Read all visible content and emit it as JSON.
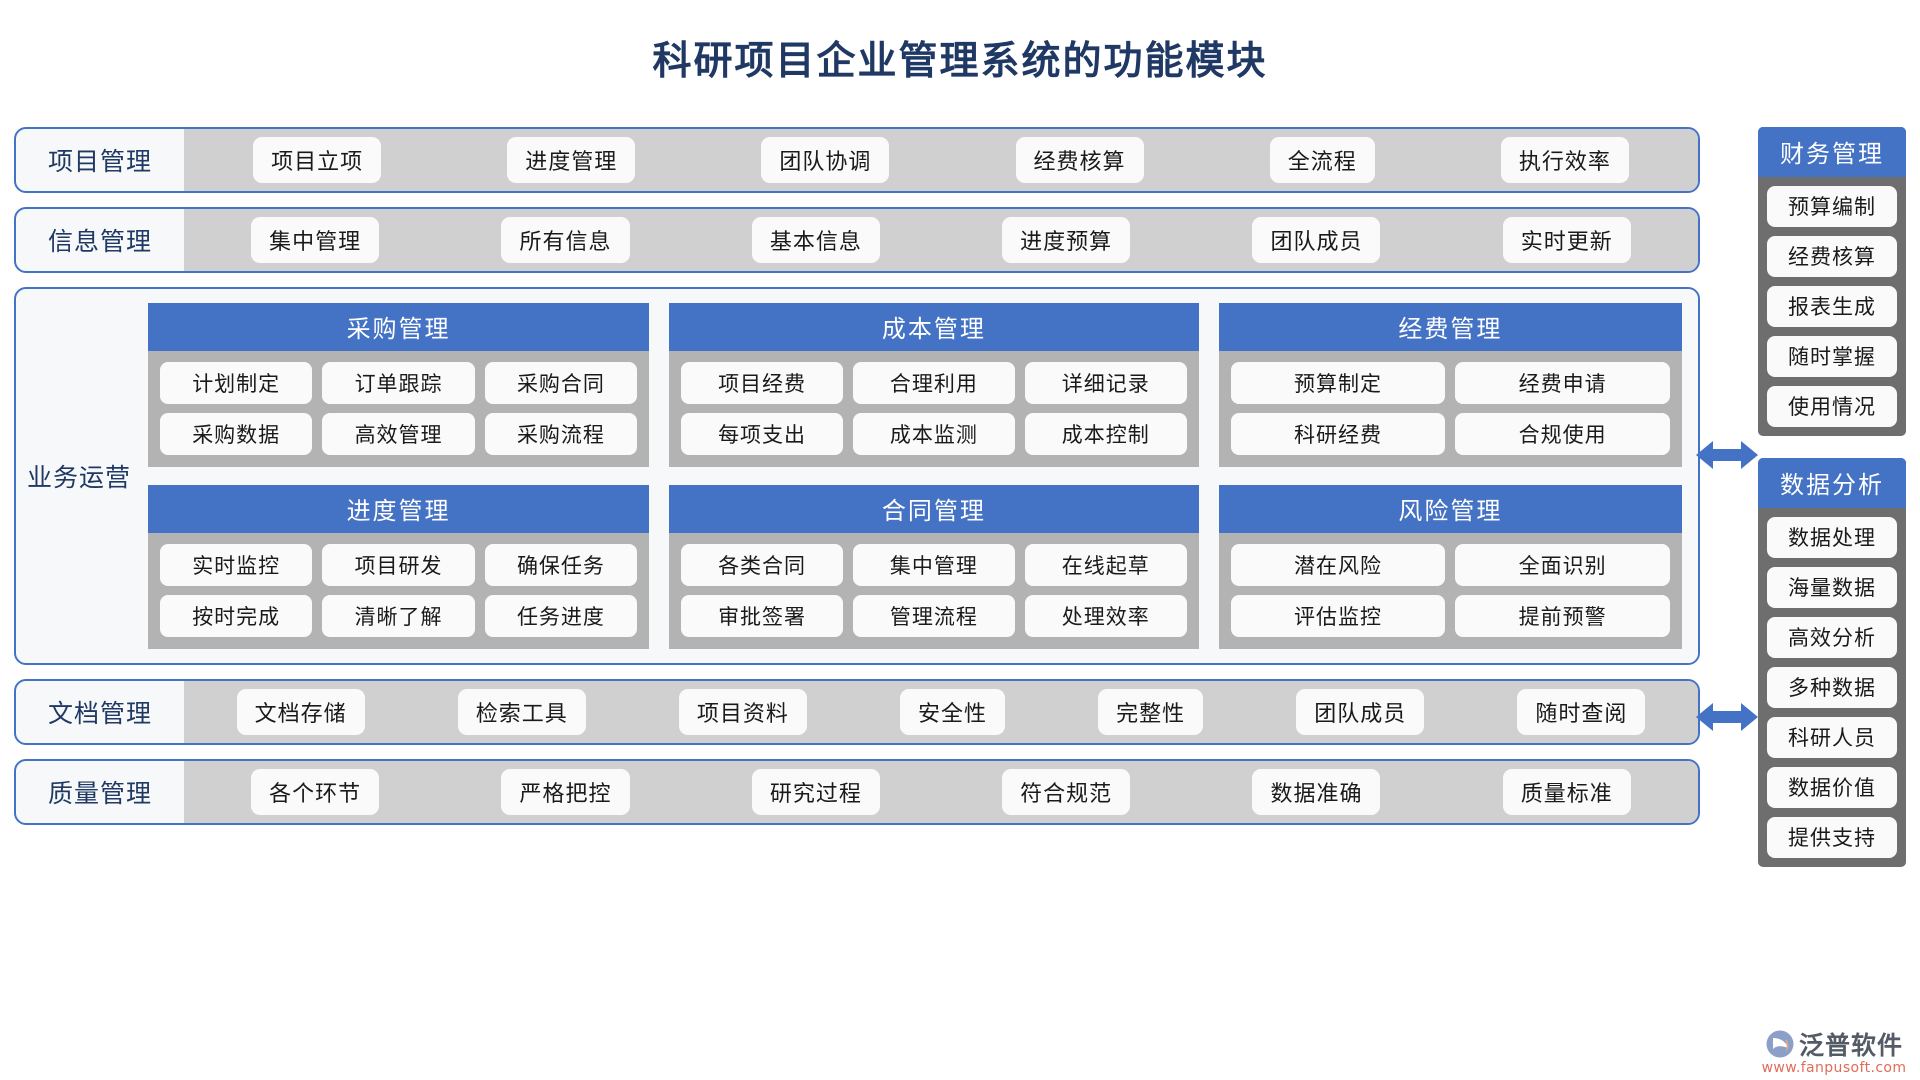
{
  "title": "科研项目企业管理系统的功能模块",
  "bands": [
    {
      "label": "项目管理",
      "items": [
        "项目立项",
        "进度管理",
        "团队协调",
        "经费核算",
        "全流程",
        "执行效率"
      ]
    },
    {
      "label": "信息管理",
      "items": [
        "集中管理",
        "所有信息",
        "基本信息",
        "进度预算",
        "团队成员",
        "实时更新"
      ]
    }
  ],
  "operations": {
    "label": "业务运营",
    "cards": [
      {
        "title": "采购管理",
        "rows": [
          [
            "计划制定",
            "订单跟踪",
            "采购合同"
          ],
          [
            "采购数据",
            "高效管理",
            "采购流程"
          ]
        ]
      },
      {
        "title": "成本管理",
        "rows": [
          [
            "项目经费",
            "合理利用",
            "详细记录"
          ],
          [
            "每项支出",
            "成本监测",
            "成本控制"
          ]
        ]
      },
      {
        "title": "经费管理",
        "rows": [
          [
            "预算制定",
            "经费申请"
          ],
          [
            "科研经费",
            "合规使用"
          ]
        ]
      },
      {
        "title": "进度管理",
        "rows": [
          [
            "实时监控",
            "项目研发",
            "确保任务"
          ],
          [
            "按时完成",
            "清晰了解",
            "任务进度"
          ]
        ]
      },
      {
        "title": "合同管理",
        "rows": [
          [
            "各类合同",
            "集中管理",
            "在线起草"
          ],
          [
            "审批签署",
            "管理流程",
            "处理效率"
          ]
        ]
      },
      {
        "title": "风险管理",
        "rows": [
          [
            "潜在风险",
            "全面识别"
          ],
          [
            "评估监控",
            "提前预警"
          ]
        ]
      }
    ]
  },
  "bottom_bands": [
    {
      "label": "文档管理",
      "items": [
        "文档存储",
        "检索工具",
        "项目资料",
        "安全性",
        "完整性",
        "团队成员",
        "随时查阅"
      ]
    },
    {
      "label": "质量管理",
      "items": [
        "各个环节",
        "严格把控",
        "研究过程",
        "符合规范",
        "数据准确",
        "质量标准"
      ]
    }
  ],
  "sidebar": {
    "panels": [
      {
        "title": "财务管理",
        "items": [
          "预算编制",
          "经费核算",
          "报表生成",
          "随时掌握",
          "使用情况"
        ]
      },
      {
        "title": "数据分析",
        "items": [
          "数据处理",
          "海量数据",
          "高效分析",
          "多种数据",
          "科研人员",
          "数据价值",
          "提供支持"
        ]
      }
    ]
  },
  "logo": {
    "name": "泛普软件",
    "url": "www.fanpusoft.com"
  },
  "colors": {
    "accent_blue": "#4472c4",
    "title_navy": "#1f3864",
    "card_gray": "#b3b3b3",
    "sidebar_gray": "#6e6e6e",
    "band_gray": "#d0d0d0"
  }
}
